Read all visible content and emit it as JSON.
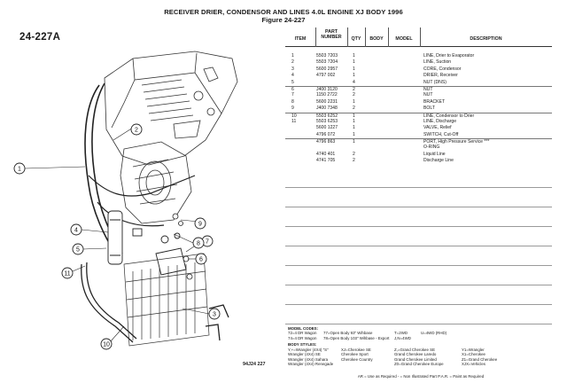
{
  "header": {
    "title": "RECEIVER DRIER, CONDENSOR AND LINES 4.0L ENGINE XJ BODY 1996",
    "figure": "Figure  24-227"
  },
  "figure_id": "24-227A",
  "drawing_code": "94J24  227",
  "callouts": [
    "1",
    "2",
    "3",
    "4",
    "5",
    "6",
    "7",
    "8",
    "9",
    "10",
    "11"
  ],
  "table": {
    "headers": {
      "item": "ITEM",
      "part_number": "PART NUMBER",
      "qty": "QTY",
      "body": "BODY",
      "model": "MODEL",
      "description": "DESCRIPTION"
    },
    "rows": [
      {
        "item": "1",
        "part": "5503 7203",
        "qty": "1",
        "desc": "LINE, Drier to Evaporator",
        "sep": false
      },
      {
        "item": "2",
        "part": "5503 7204",
        "qty": "1",
        "desc": "LINE, Suction",
        "sep": false
      },
      {
        "item": "3",
        "part": "5600 2957",
        "qty": "1",
        "desc": "CORE, Condensor",
        "sep": false
      },
      {
        "item": "4",
        "part": "4797 002",
        "qty": "1",
        "desc": "DRIER, Receiver",
        "sep": false
      },
      {
        "item": "5",
        "part": "",
        "qty": "4",
        "desc": "NUT (DNS)",
        "sep": false
      },
      {
        "item": "6",
        "part": "J400 3120",
        "qty": "2",
        "desc": "NUT",
        "sep": true
      },
      {
        "item": "7",
        "part": "1150 2722",
        "qty": "2",
        "desc": "NUT",
        "sep": false
      },
      {
        "item": "8",
        "part": "5600 2231",
        "qty": "1",
        "desc": "BRACKET",
        "sep": false
      },
      {
        "item": "9",
        "part": "J400 7348",
        "qty": "2",
        "desc": "BOLT",
        "sep": false
      },
      {
        "item": "10",
        "part": "5503 6252",
        "qty": "1",
        "desc": "LINE, Condensor to Drier",
        "sep": true
      },
      {
        "item": "11",
        "part": "5503 6253",
        "qty": "1",
        "desc": "LINE, Discharge",
        "sep": false
      },
      {
        "item": "",
        "part": "5600 1227",
        "qty": "1",
        "desc": "  VALVE, Relief",
        "sep": false
      },
      {
        "item": "",
        "part": "4796 072",
        "qty": "1",
        "desc": "  SWITCH, Cut-Off",
        "sep": false
      },
      {
        "item": "",
        "part": "4796 863",
        "qty": "1",
        "desc": "PORT, High Pressure Service ***",
        "sep": true
      },
      {
        "item": "",
        "part": "",
        "qty": "",
        "desc": "  O-RING",
        "sep": false
      },
      {
        "item": "",
        "part": "4740 401",
        "qty": "2",
        "desc": "Liquid Line",
        "sep": false
      },
      {
        "item": "",
        "part": "4741 705",
        "qty": "2",
        "desc": "Discharge Line",
        "sep": false
      }
    ]
  },
  "model_codes": {
    "heading": "MODEL CODES:",
    "entries": [
      "72=4 DR Wagon",
      "77=Open Body 93\" Wihbase",
      "T=2WD",
      "U=4WD (RHD)",
      "74=4 DR Wagon",
      "78=Open Body 103\" Wihbase - Export",
      "J,N=4WD"
    ]
  },
  "body_styles": {
    "heading": "BODY STYLES:",
    "entries": [
      "Y,+=Wrangler (4X4) \"S\"",
      "XJ=Cherokee SE",
      "Z,=Grand Cherokee SE",
      "Y1=Wrangler",
      "Wrangler (4X4) SE",
      "Cherokee Sport",
      "Grand Cherokee Laredo",
      "X1=Cherokee",
      "Wrangler (4X4) Sahara",
      "Cherokee Country",
      "Grand Cherokee Limited",
      "Z1=Grand Cherokee",
      "Wrangler (4X4) Renegade",
      "",
      "Z0=Grand Cherokee Europe",
      "XJX=Vehicles"
    ]
  },
  "footer": "AR = Use as Required   - = Non Illustrated Part   P.A.R. = Paint as Required"
}
